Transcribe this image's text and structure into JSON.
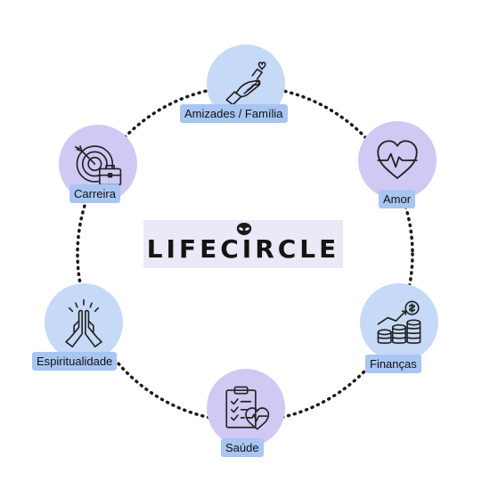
{
  "logo": {
    "text": "LIFECIRCLE",
    "icon": "alien-head-icon"
  },
  "colors": {
    "circle_purple": "#cfc9f4",
    "circle_blue": "#c6d9f7",
    "label_bg": "#a9c5f2",
    "ring": "#1a1a1a"
  },
  "nodes": [
    {
      "id": "amizades",
      "label": "Amizades / Família",
      "icon": "handshake-heart-icon"
    },
    {
      "id": "amor",
      "label": "Amor",
      "icon": "heart-pulse-icon"
    },
    {
      "id": "financas",
      "label": "Finanças",
      "icon": "coins-growth-icon"
    },
    {
      "id": "saude",
      "label": "Saúde",
      "icon": "clipboard-heart-icon"
    },
    {
      "id": "espiritualidade",
      "label": "Espiritualidade",
      "icon": "praying-hands-icon"
    },
    {
      "id": "carreira",
      "label": "Carreira",
      "icon": "target-briefcase-icon"
    }
  ]
}
